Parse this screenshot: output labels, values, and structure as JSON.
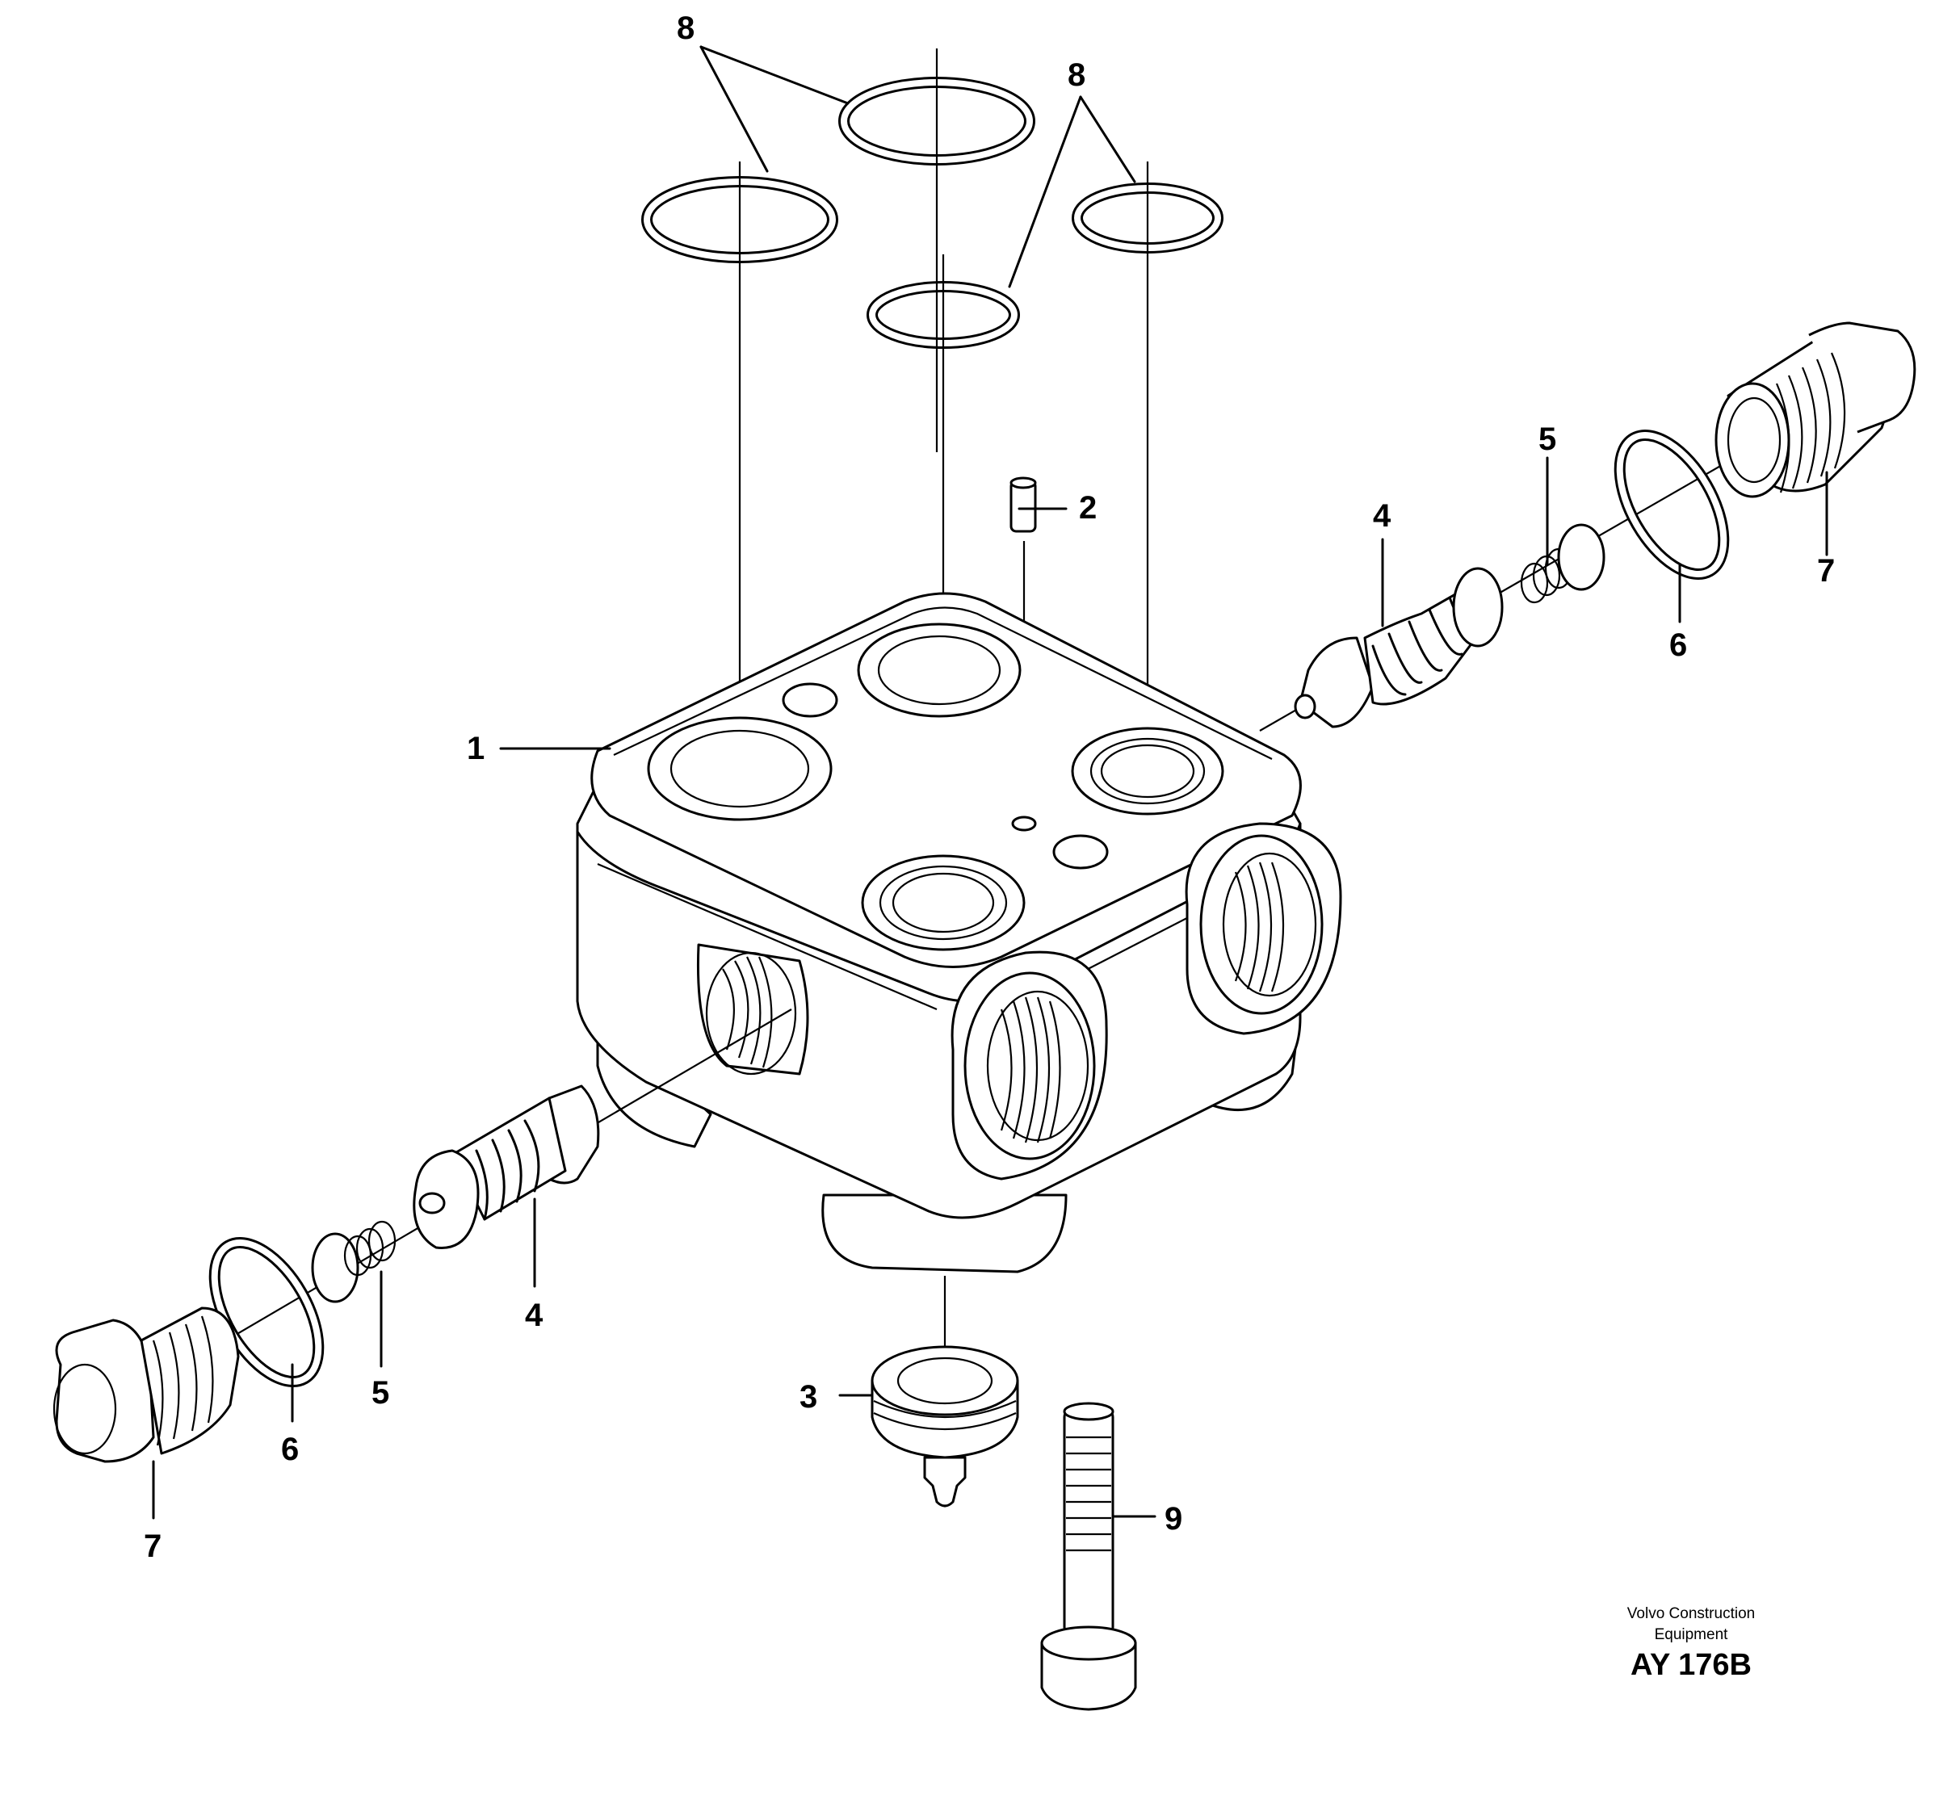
{
  "callouts": {
    "housing": "1",
    "pin": "2",
    "valve_cap": "3",
    "valve_spring_upper": "4",
    "valve_spring_lower": "4",
    "spring_upper": "5",
    "spring_lower": "5",
    "seal_upper": "6",
    "seal_lower": "6",
    "plug_upper": "7",
    "plug_lower": "7",
    "orings_left": "8",
    "orings_right": "8",
    "screw": "9"
  },
  "credit": {
    "line1": "Volvo Construction",
    "line2": "Equipment",
    "code": "AY 176B"
  }
}
